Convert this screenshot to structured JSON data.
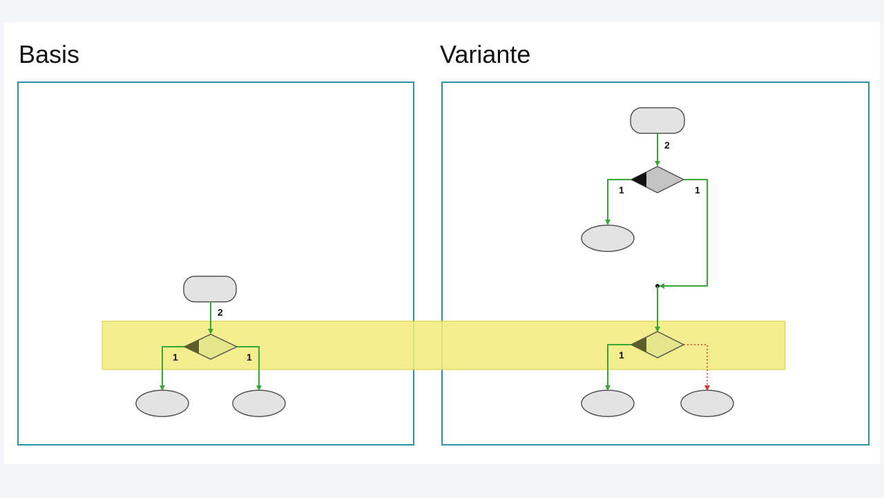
{
  "titles": {
    "basis": "Basis",
    "variante": "Variante"
  },
  "colors": {
    "panel_border": "#2a94a8",
    "highlight": "#f3eb7a",
    "connector": "#36a836",
    "changed_connector": "#e0302a",
    "node_fill": "#e3e3e3",
    "decision_highlight_fill": "#e5e58a"
  },
  "diagrams": {
    "basis": {
      "start_to_decision_label": "2",
      "left_branch_label": "1",
      "right_branch_label": "1"
    },
    "variante": {
      "start_to_decision_label": "2",
      "upper_left_branch_label": "1",
      "upper_right_branch_label": "1",
      "lower_left_branch_label": "1"
    }
  }
}
